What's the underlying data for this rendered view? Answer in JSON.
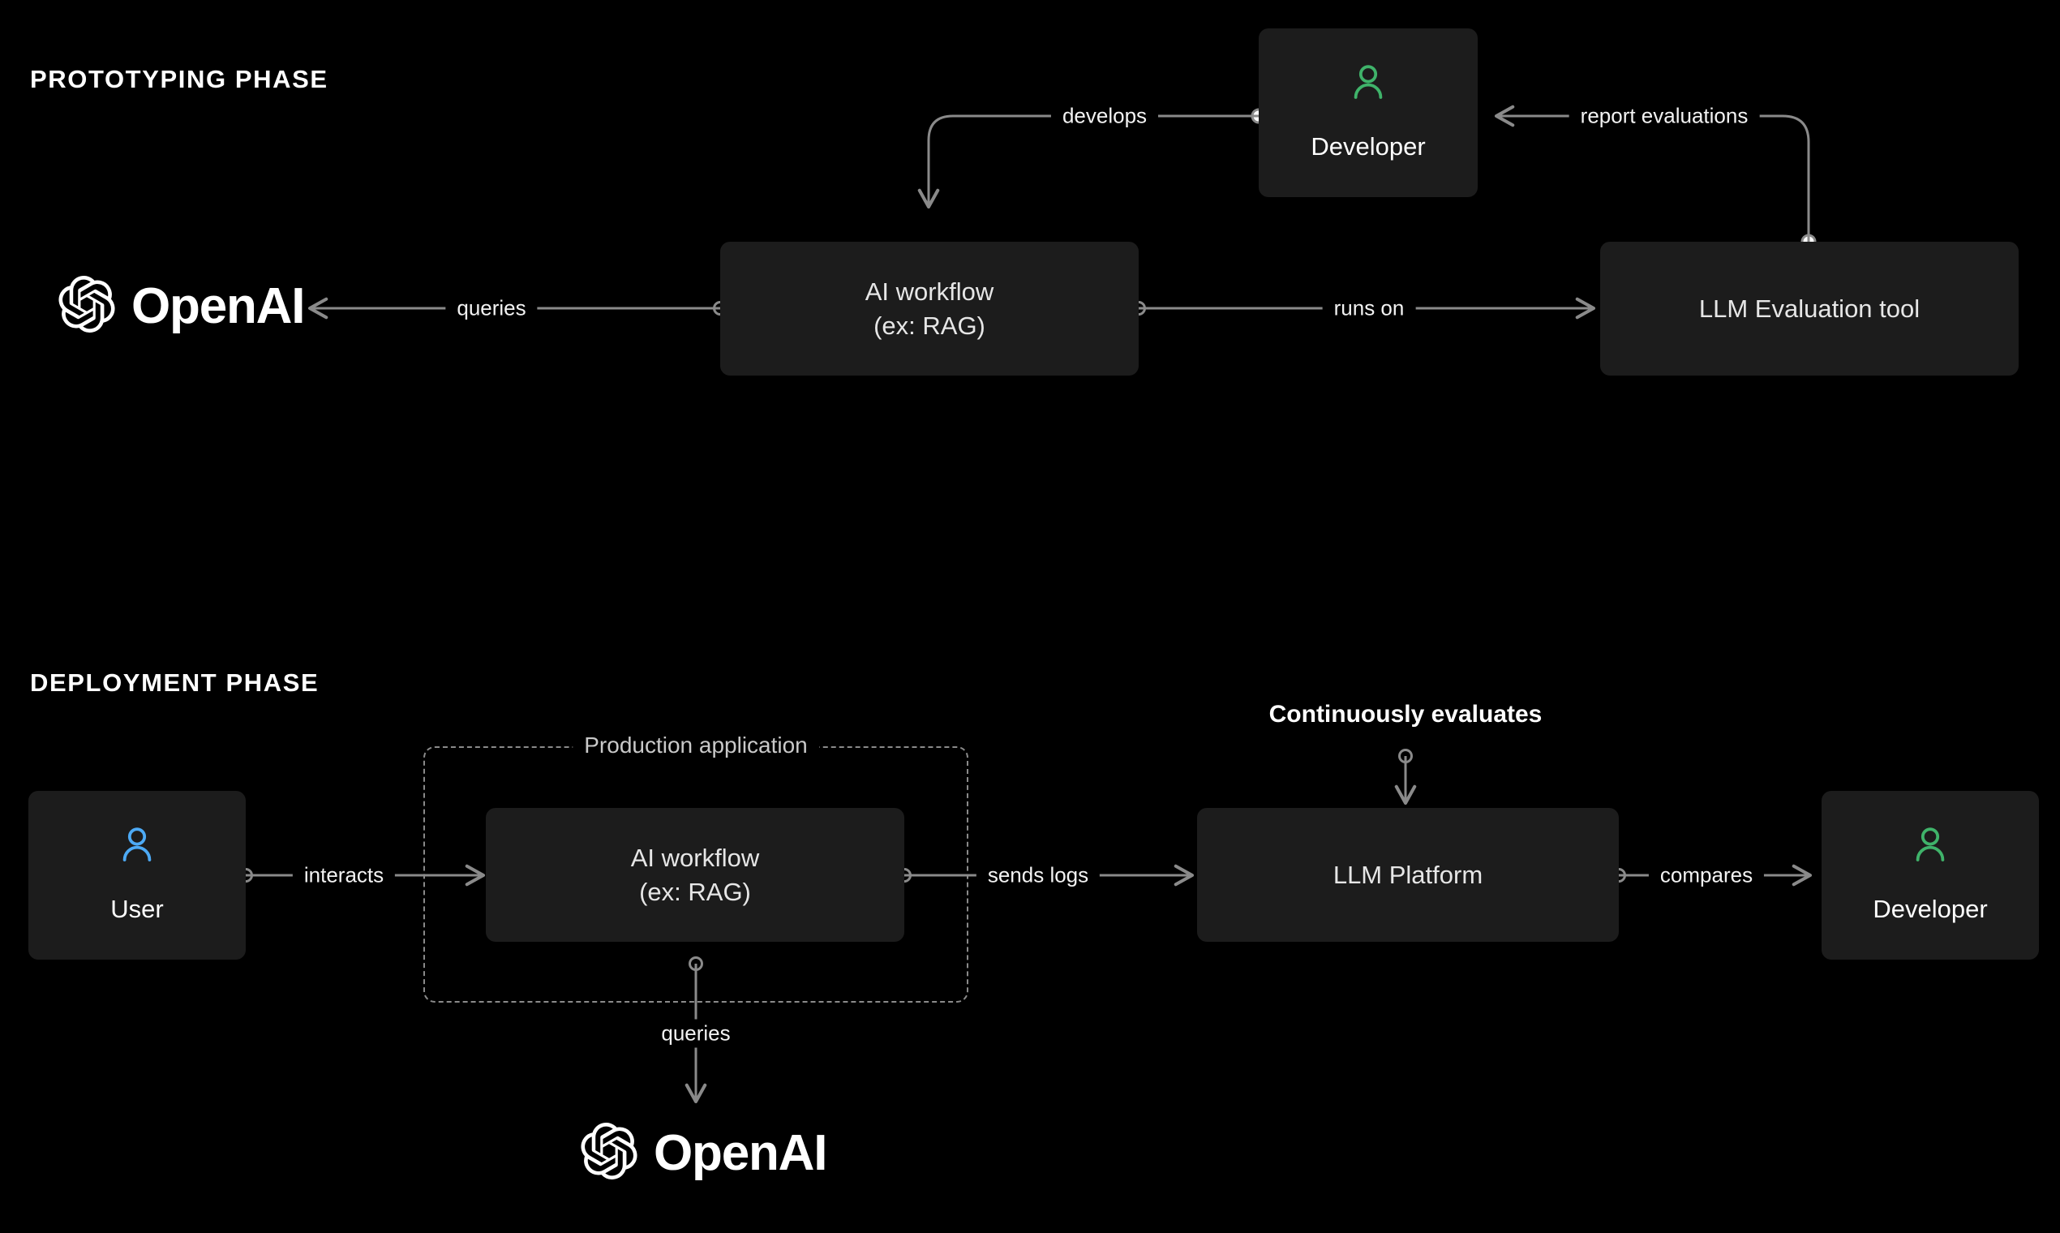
{
  "colors": {
    "background": "#000000",
    "node_fill": "#1c1c1c",
    "edge_stroke": "#8a8a8a",
    "text_primary": "#ffffff",
    "text_secondary": "#e6e6e6",
    "developer_accent": "#3fb36a",
    "user_accent": "#4daaf5",
    "dashed_border": "#8a8a8a"
  },
  "phases": {
    "prototyping": {
      "title": "PROTOTYPING PHASE"
    },
    "deployment": {
      "title": "DEPLOYMENT PHASE"
    }
  },
  "brand": {
    "openai_wordmark": "OpenAI",
    "openai_logo_icon": "openai-blossom-icon"
  },
  "prototyping_nodes": {
    "openai": {
      "label": "OpenAI"
    },
    "ai_workflow": {
      "label": "AI workflow\n(ex: RAG)"
    },
    "developer": {
      "label": "Developer",
      "icon": "person-icon"
    },
    "llm_eval_tool": {
      "label": "LLM Evaluation tool"
    }
  },
  "prototyping_edges": [
    {
      "label": "develops",
      "from": "developer",
      "to": "ai-workflow"
    },
    {
      "label": "report evaluations",
      "from": "llm-evaluation-tool",
      "to": "developer"
    },
    {
      "label": "queries",
      "from": "ai-workflow",
      "to": "openai"
    },
    {
      "label": "runs on",
      "from": "ai-workflow",
      "to": "llm-evaluation-tool"
    }
  ],
  "deployment_nodes": {
    "user": {
      "label": "User",
      "icon": "person-icon"
    },
    "production_application": {
      "label": "Production application"
    },
    "ai_workflow": {
      "label": "AI workflow\n(ex: RAG)"
    },
    "llm_platform": {
      "label": "LLM Platform"
    },
    "developer": {
      "label": "Developer",
      "icon": "person-icon"
    },
    "openai": {
      "label": "OpenAI"
    }
  },
  "deployment_edges": [
    {
      "label": "interacts",
      "from": "user",
      "to": "ai-workflow"
    },
    {
      "label": "sends logs",
      "from": "ai-workflow",
      "to": "llm-platform"
    },
    {
      "label": "compares",
      "from": "llm-platform",
      "to": "developer"
    },
    {
      "label": "queries",
      "from": "ai-workflow",
      "to": "openai"
    },
    {
      "label": "Continuously evaluates",
      "from": "annotation",
      "to": "llm-platform"
    }
  ]
}
